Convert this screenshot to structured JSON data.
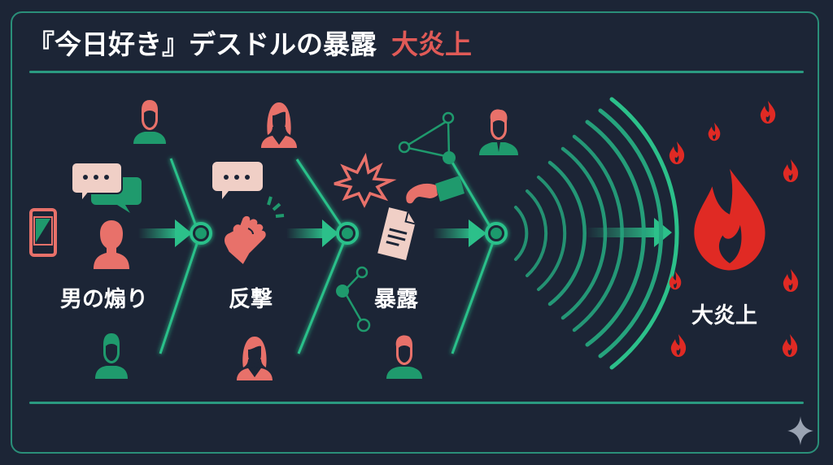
{
  "header": {
    "title": "『今日好き』デスドルの暴露",
    "title_highlight": "大炎上"
  },
  "stages": [
    {
      "label": "男の煽り",
      "icons": [
        "smartphone-icon",
        "speech-bubble-icon",
        "person-icon"
      ]
    },
    {
      "label": "反撃",
      "icons": [
        "speech-bubble-icon",
        "fist-icon"
      ]
    },
    {
      "label": "暴露",
      "icons": [
        "explosion-icon",
        "document-icon",
        "hand-icon",
        "network-icon"
      ]
    },
    {
      "label": "大炎上",
      "icons": [
        "fire-icon"
      ]
    }
  ],
  "colors": {
    "background": "#1c2536",
    "accent_green": "#2cc08a",
    "frame_green": "#2a8f79",
    "accent_red": "#e05a57",
    "fire_red": "#e02a24",
    "bubble_pink": "#f0cfc6"
  }
}
